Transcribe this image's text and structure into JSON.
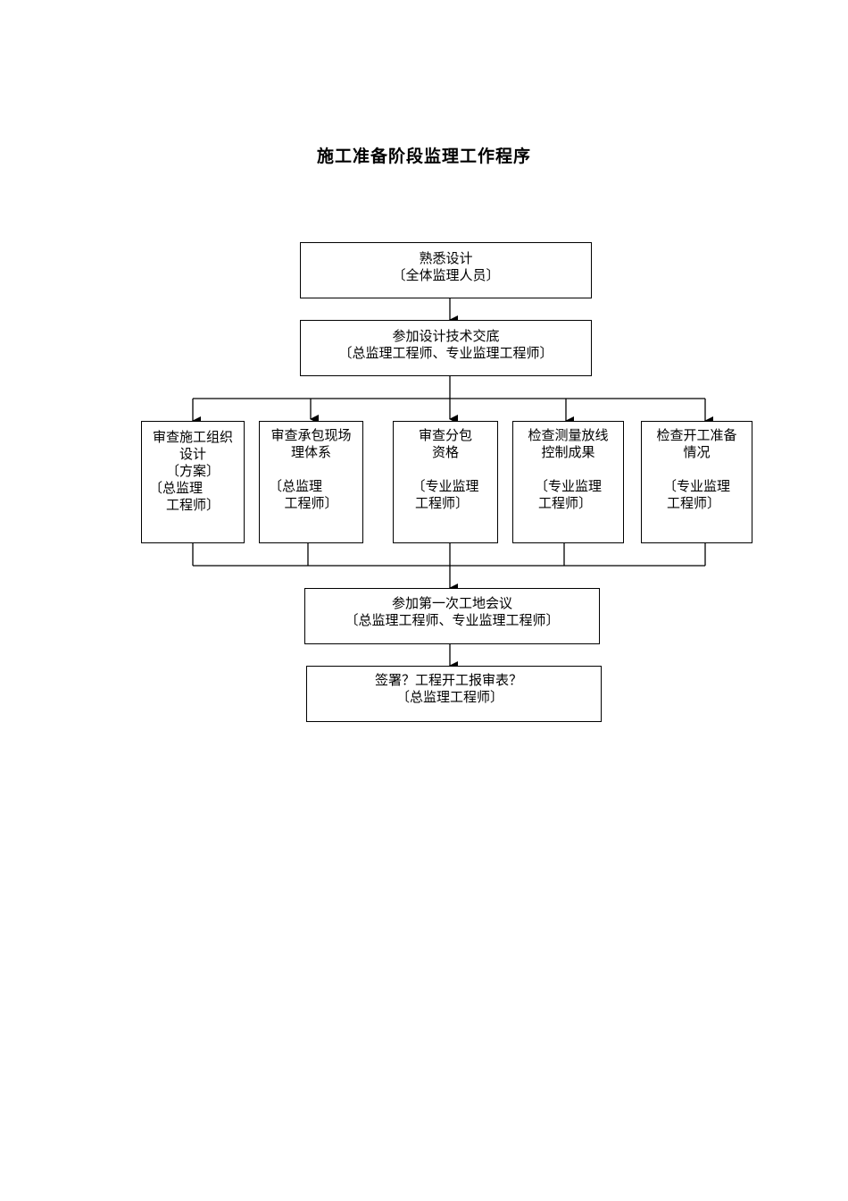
{
  "title": "施工准备阶段监理工作程序",
  "nodes": {
    "familiarize": {
      "line1": "熟悉设计",
      "line2": "〔全体监理人员〕"
    },
    "disclosure": {
      "line1": "参加设计技术交底",
      "line2": "〔总监理工程师、专业监理工程师〕"
    },
    "review_design": {
      "line1": "审查施工组织",
      "line2": "设计",
      "line3": "〔方案〕",
      "line4": "〔总监理",
      "line5": "工程师〕"
    },
    "review_quality": {
      "line1": "审查承包现场",
      "line2": "理体系",
      "line3": "〔总监理",
      "line4": "工程师〕"
    },
    "review_sub": {
      "line1": "审查分包",
      "line2": "资格",
      "line3": "〔专业监理",
      "line4": "工程师〕"
    },
    "check_survey": {
      "line1": "检查测量放线",
      "line2": "控制成果",
      "line3": "〔专业监理",
      "line4": "工程师〕"
    },
    "check_ready": {
      "line1": "检查开工准备",
      "line2": "情况",
      "line3": "〔专业监理",
      "line4": "工程师〕"
    },
    "first_meeting": {
      "line1": "参加第一次工地会议",
      "line2": "〔总监理工程师、专业监理工程师〕"
    },
    "sign_report": {
      "line1": "签署？工程开工报审表？",
      "line2": "〔总监理工程师〕"
    }
  }
}
